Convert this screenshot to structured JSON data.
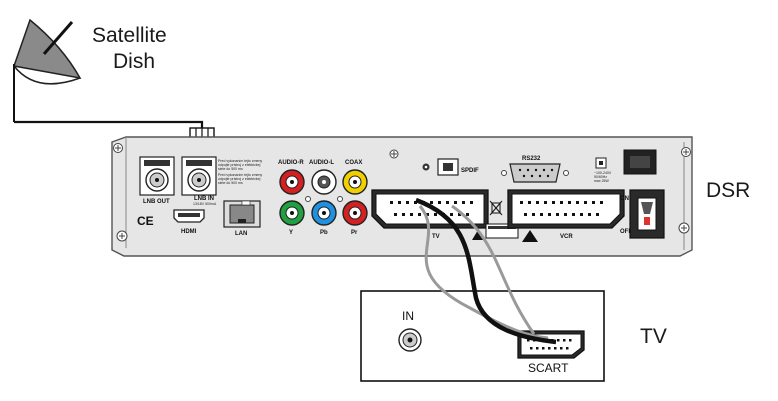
{
  "labels": {
    "dish_line1": "Satellite",
    "dish_line2": "Dish",
    "dsr": "DSR",
    "tv": "TV",
    "tv_in": "IN",
    "tv_scart": "SCART"
  },
  "panel": {
    "lnb_out": "LNB OUT",
    "lnb_in": "LNB IN",
    "lnb_in_sub": "13/18V 500mA",
    "lnb_note_1": "Pred vykonaním tejto zmeny",
    "lnb_note_2": "odpojte prístroj z elektrickej",
    "lnb_note_3": "siete do 500 ms",
    "lnb_note_4": "Pred vykonaním tejto zmeny",
    "lnb_note_5": "odpojte prístroj z elektrickej",
    "lnb_note_6": "siete do 500 ms",
    "audio_r": "AUDIO-R",
    "audio_l": "AUDIO-L",
    "coax": "COAX",
    "spdif": "SPDIF",
    "rs232": "RS232",
    "y": "Y",
    "pb": "Pb",
    "pr": "Pr",
    "hdmi": "HDMI",
    "lan": "LAN",
    "ce": "CE",
    "tv_scart": "TV",
    "vcr": "VCR",
    "on": "ON",
    "off": "OFF",
    "power_note_1": "~100-240V",
    "power_note_2": "50/60Hz",
    "power_note_3": "max 25W"
  },
  "colors": {
    "audio_r": "#d42020",
    "audio_l": "#ffffff",
    "coax": "#f0d000",
    "y": "#20a040",
    "pb": "#2090e0",
    "pr": "#d42020",
    "cable_black": "#111111",
    "cable_grey": "#9a9a9a",
    "panel": "#e4e4e4"
  }
}
